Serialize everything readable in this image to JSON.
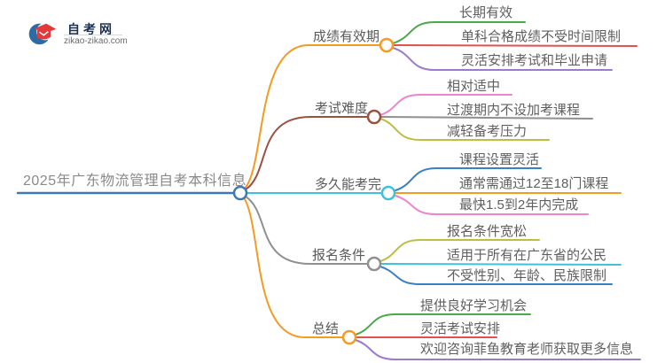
{
  "logo": {
    "title": "自考网",
    "domain": "zikao-zikao.com",
    "icon_blue": "#2a6ca5",
    "icon_red": "#e23a3a"
  },
  "central": {
    "label": "2025年广东物流管理自考本科信息",
    "color": "#3d7ab5"
  },
  "branches": [
    {
      "label": "成绩有效期",
      "color": "#f59a23",
      "children": [
        {
          "label": "长期有效",
          "color": "#4aa948"
        },
        {
          "label": "单科合格成绩不受时间限制",
          "color": "#e25050"
        },
        {
          "label": "灵活安排考试和毕业申请",
          "color": "#9b7bce"
        }
      ]
    },
    {
      "label": "考试难度",
      "color": "#9c5040",
      "children": [
        {
          "label": "相对适中",
          "color": "#ef83cd"
        },
        {
          "label": "过渡期内不设加考课程",
          "color": "#909090"
        },
        {
          "label": "减轻备考压力",
          "color": "#bcbf41"
        }
      ]
    },
    {
      "label": "多久能考完",
      "color": "#3fc1dd",
      "children": [
        {
          "label": "课程设置灵活",
          "color": "#3b7fc4"
        },
        {
          "label": "通常需通过12至18门课程",
          "color": "#f59a23"
        },
        {
          "label": "最快1.5到2年内完成",
          "color": "#ef83cd"
        }
      ]
    },
    {
      "label": "报名条件",
      "color": "#909090",
      "children": [
        {
          "label": "报名条件宽松",
          "color": "#bcbf41"
        },
        {
          "label": "适用于所有在广东省的公民",
          "color": "#3fc1dd"
        },
        {
          "label": "不受性别、年龄、民族限制",
          "color": "#3b7fc4"
        }
      ]
    },
    {
      "label": "总结",
      "color": "#f59a23",
      "children": [
        {
          "label": "提供良好学习机会",
          "color": "#4aa948"
        },
        {
          "label": "灵活考试安排",
          "color": "#e25050"
        },
        {
          "label": "欢迎咨询菲鱼教育老师获取更多信息",
          "color": "#9b7bce"
        }
      ]
    }
  ]
}
